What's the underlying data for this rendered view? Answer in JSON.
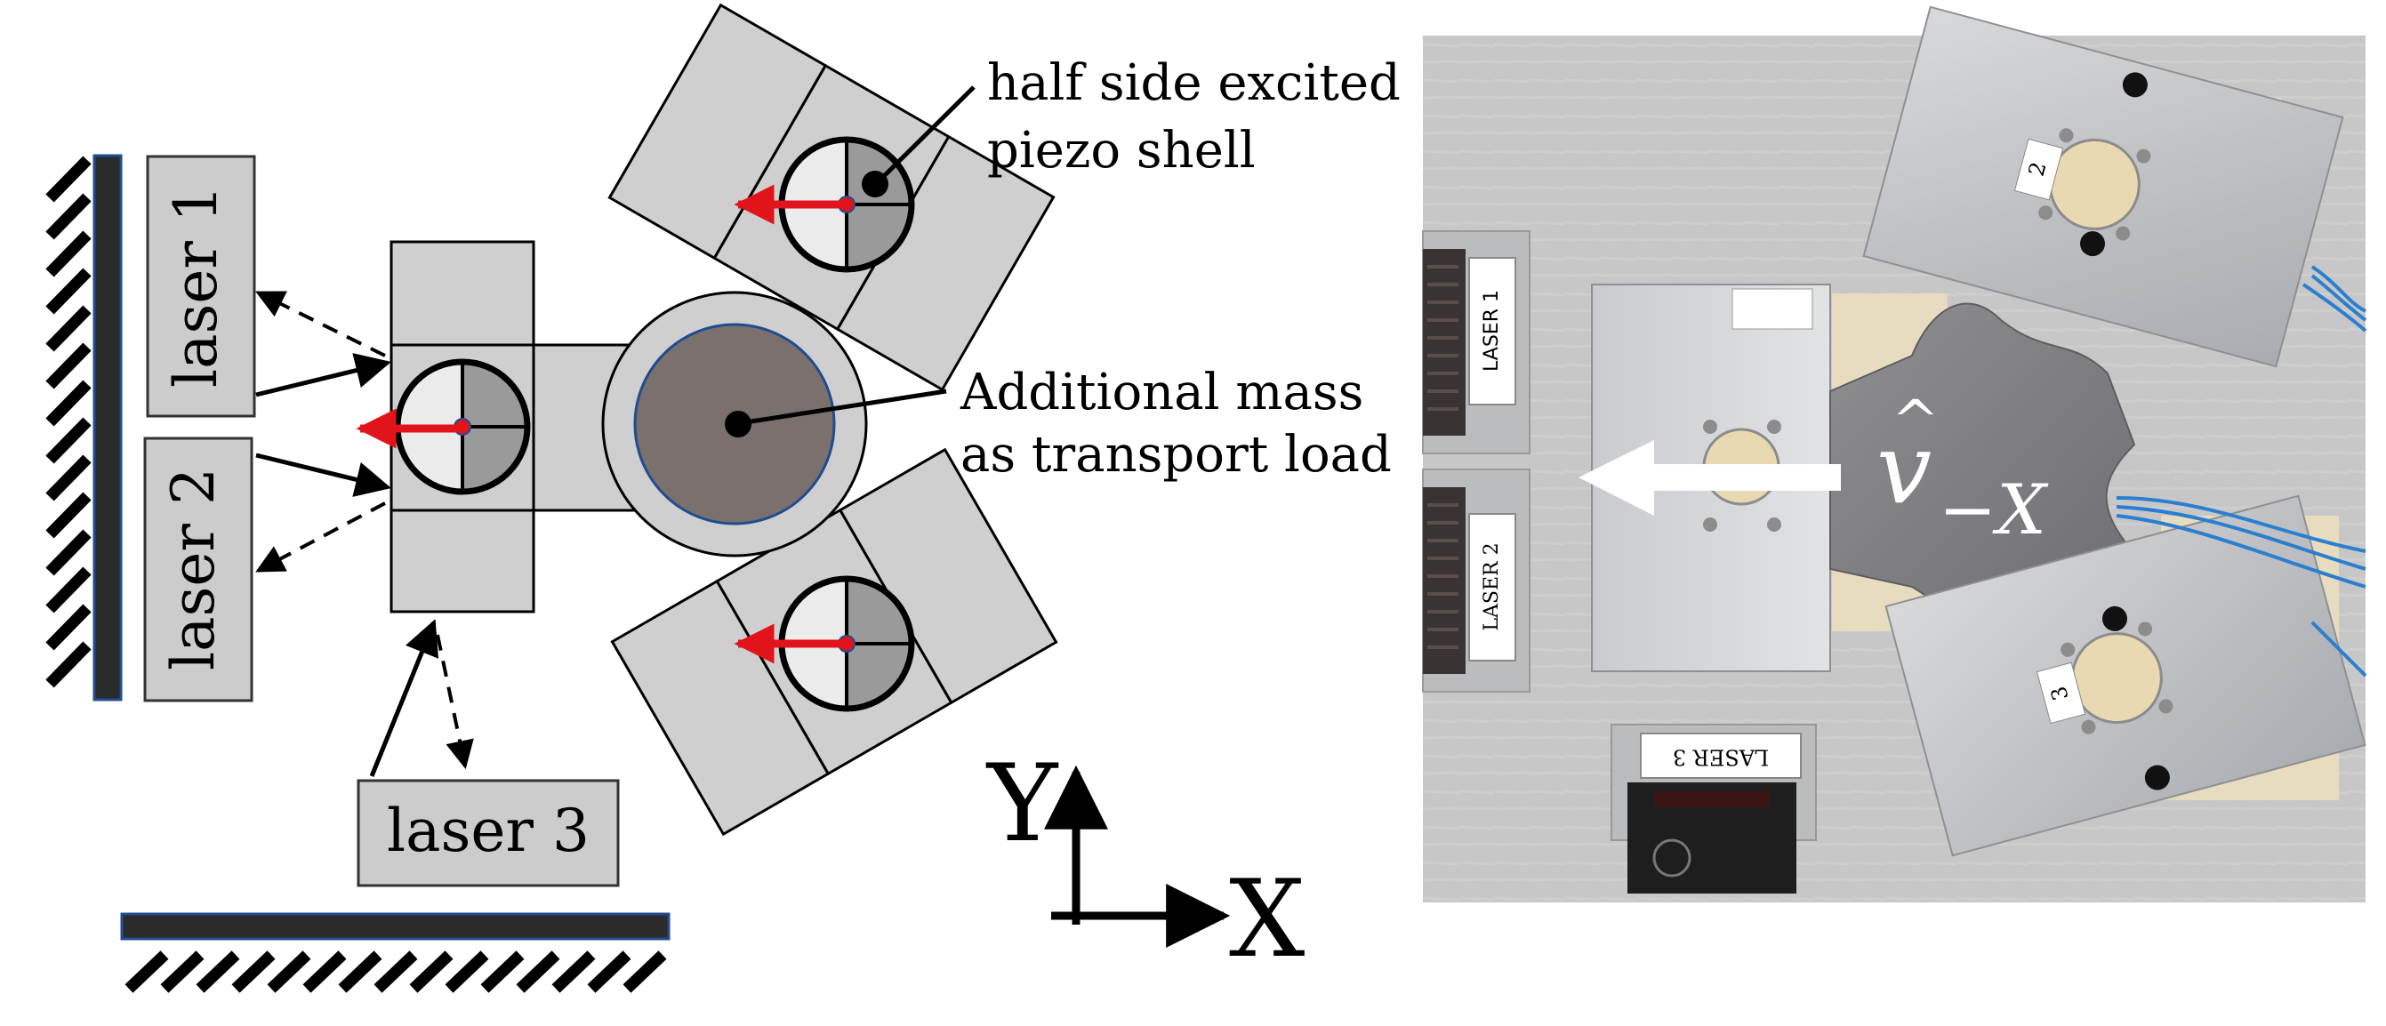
{
  "lasers": {
    "laser1": "laser 1",
    "laser2": "laser 2",
    "laser3": "laser 3"
  },
  "callouts": {
    "piezo_line1": "half side excited",
    "piezo_line2": "piezo shell",
    "mass_line1": "Additional mass",
    "mass_line2": "as transport load"
  },
  "axes": {
    "y": "Y",
    "x": "X"
  },
  "photo": {
    "label_laser1": "LASER 1",
    "label_laser2": "LASER 2",
    "label_laser3": "LASER 3",
    "module_2": "2",
    "module_3": "3",
    "velocity_hat": "^",
    "velocity_symbol": "v",
    "velocity_subscript": "−X"
  },
  "colors": {
    "arrow_red": "#e0141a",
    "body_gray": "#cfcfcf",
    "mass_gray": "#7a706d",
    "wall_dark": "#2b2b2b",
    "cable_blue": "#2a7fd0"
  }
}
